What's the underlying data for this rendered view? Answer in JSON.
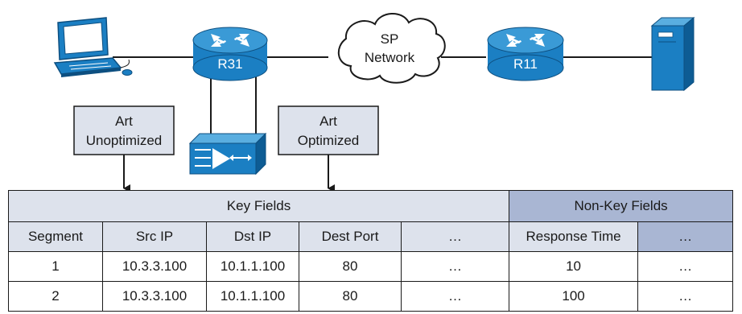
{
  "diagram": {
    "router_left_label": "R31",
    "router_right_label": "R11",
    "cloud_label_line1": "SP",
    "cloud_label_line2": "Network",
    "box_unoptimized_line1": "Art",
    "box_unoptimized_line2": "Unoptimized",
    "box_optimized_line1": "Art",
    "box_optimized_line2": "Optimized",
    "colors": {
      "device_blue": "#1b7fc3",
      "box_fill": "#dde2ec",
      "nonkey_fill": "#a9b6d3"
    }
  },
  "table": {
    "key_fields_header": "Key Fields",
    "nonkey_fields_header": "Non-Key Fields",
    "columns": [
      "Segment",
      "Src IP",
      "Dst IP",
      "Dest Port",
      "…",
      "Response Time",
      "…"
    ],
    "rows": [
      [
        "1",
        "10.3.3.100",
        "10.1.1.100",
        "80",
        "…",
        "10",
        "…"
      ],
      [
        "2",
        "10.3.3.100",
        "10.1.1.100",
        "80",
        "…",
        "100",
        "…"
      ]
    ]
  }
}
